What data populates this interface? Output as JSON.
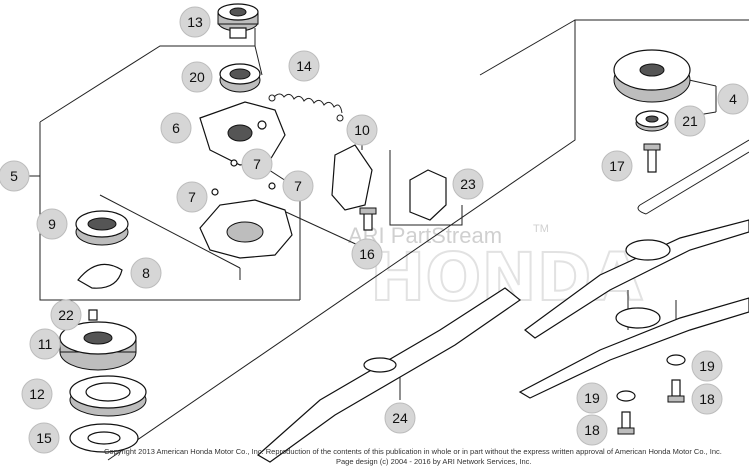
{
  "watermark": {
    "brand": "ARI PartStream",
    "trademark": "TM",
    "logo_text": "HONDA"
  },
  "footer": {
    "line1": "Copyright 2013 American Honda Motor Co., Inc. Reproduction of the contents of this publication in whole or in part without the express written approval of American Honda Motor Co., Inc.",
    "line2": "Page design (c) 2004 - 2016 by ARI Network Services, Inc."
  },
  "callouts": {
    "c4": "4",
    "c5": "5",
    "c6": "6",
    "c7a": "7",
    "c7b": "7",
    "c7c": "7",
    "c8": "8",
    "c9": "9",
    "c10": "10",
    "c11": "11",
    "c12": "12",
    "c13": "13",
    "c14": "14",
    "c15": "15",
    "c16": "16",
    "c17": "17",
    "c18a": "18",
    "c18b": "18",
    "c19a": "19",
    "c19b": "19",
    "c20": "20",
    "c21": "21",
    "c22": "22",
    "c23": "23",
    "c24": "24"
  },
  "colors": {
    "callout_fill": "#d6d6d6",
    "line": "#222222",
    "watermark": "#d0d0d0"
  }
}
